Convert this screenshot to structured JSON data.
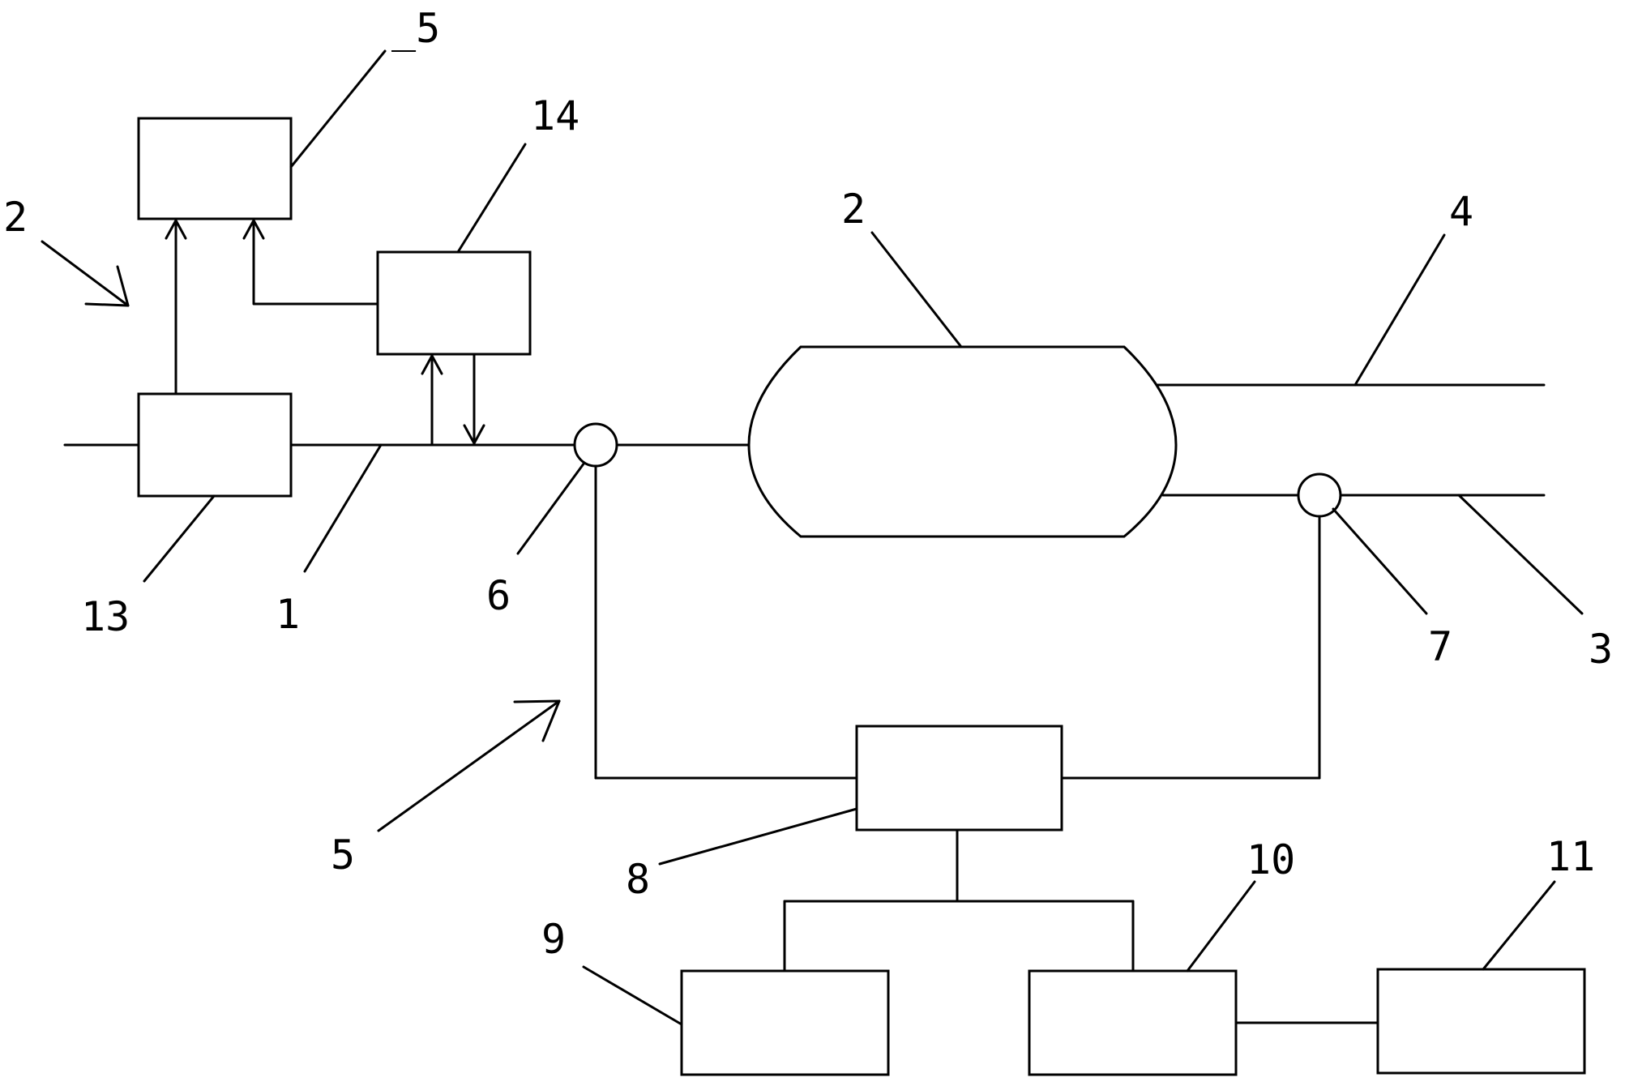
{
  "labels": {
    "block_15": "_5",
    "block_14": "14",
    "block_13": "13",
    "line_1": "1",
    "arrow_12": "2",
    "tank_2": "2",
    "pipe_4": "4",
    "pipe_3": "3",
    "sensor_6": "6",
    "sensor_7": "7",
    "arrow_5": "5",
    "block_8": "8",
    "block_9": "9",
    "block_10": "10",
    "block_11": "11"
  }
}
